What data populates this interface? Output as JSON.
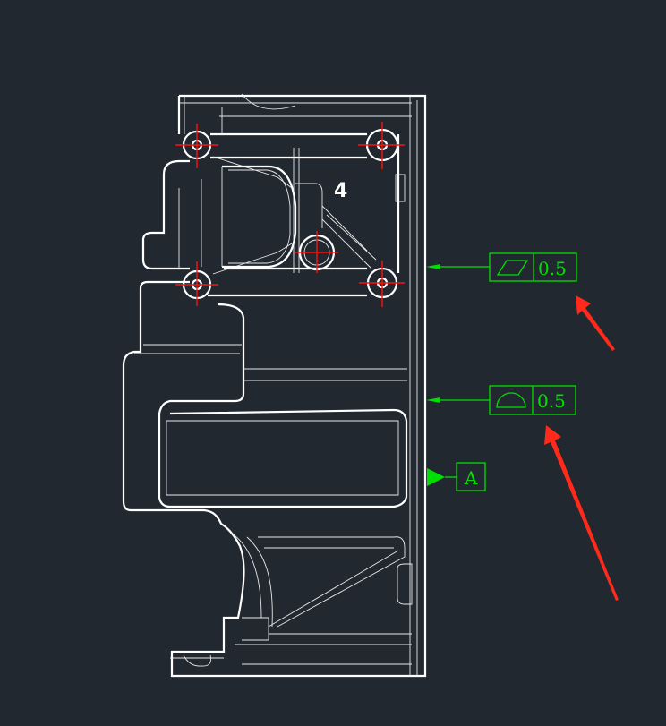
{
  "drawing": {
    "part_label": "4",
    "background_color": "#212830",
    "line_color": "#ffffff",
    "annotation_color": "#00e000",
    "centerline_color": "#ff1010",
    "callout_arrow_color": "#ff2a1a"
  },
  "feature_control_frames": [
    {
      "symbol": "flatness-icon",
      "tolerance": "0.5"
    },
    {
      "symbol": "profile-of-surface-icon",
      "tolerance": "0.5"
    }
  ],
  "datum": {
    "label": "A"
  }
}
